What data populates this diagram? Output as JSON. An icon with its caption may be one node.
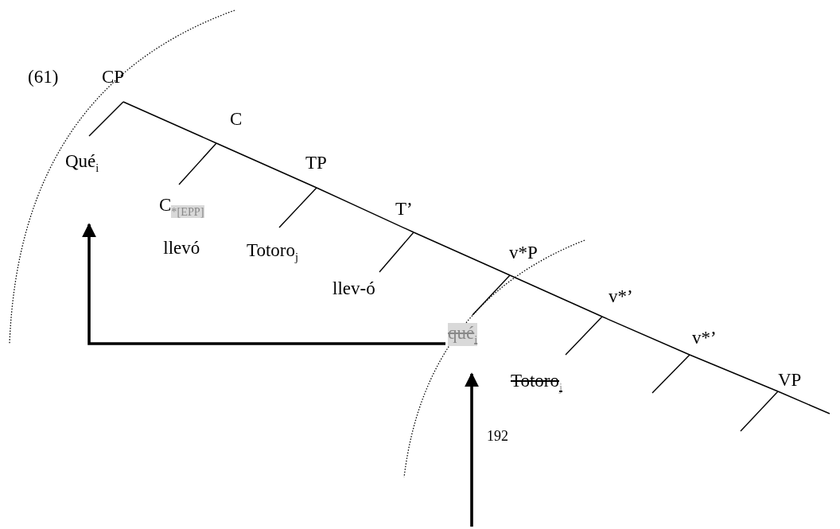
{
  "diagram": {
    "nodes": [
      {
        "text": [
          "CP"
        ]
      },
      {
        "text": [
          "Qué$_{i}$"
        ]
      },
      {
        "text": [
          "C"
        ]
      },
      {
        "text": [
          "C$_{*[EPP]}$",
          "llevó"
        ]
      },
      {
        "text": [
          "TP"
        ]
      },
      {
        "text": [
          "Totoro$_{j}$"
        ]
      },
      {
        "text": [
          "T’"
        ]
      },
      {
        "text": [
          "llev-ó"
        ]
      },
      {
        "text": [
          "v*P"
        ]
      },
      {
        "text": [
          "qué$_{i}$"
        ]
      },
      {
        "text": [
          "v*’"
        ]
      },
      {
        "text": [
          "Totoro$_{j}$"
        ]
      },
      {
        "text": [
          "v*’"
        ]
      },
      {
        "text": [
          "VP"
        ]
      }
    ],
    "edges": [
      {
        "from": 0,
        "to": 1,
        "arrow": "none"
      },
      {
        "from": 0,
        "to": 2,
        "arrow": "none"
      },
      {
        "from": 2,
        "to": 3,
        "arrow": "none"
      },
      {
        "from": 2,
        "to": 4,
        "arrow": "none"
      },
      {
        "from": 4,
        "to": 5,
        "arrow": "none"
      },
      {
        "from": 4,
        "to": 6,
        "arrow": "none"
      },
      {
        "from": 6,
        "to": 7,
        "arrow": "none"
      },
      {
        "from": 6,
        "to": 8,
        "arrow": "none"
      },
      {
        "from": 8,
        "to": 9,
        "arrow": "none"
      },
      {
        "from": 8,
        "to": 10,
        "arrow": "none"
      },
      {
        "from": 10,
        "to": 11,
        "arrow": "none"
      },
      {
        "from": 10,
        "to": 12,
        "arrow": "none"
      },
      {
        "from": 12,
        "to": null,
        "arrow": "none"
      },
      {
        "from": 12,
        "to": 13,
        "arrow": "none"
      },
      {
        "from": 13,
        "to": null,
        "arrow": "none"
      },
      {
        "from": 13,
        "to": null,
        "arrow": "none"
      },
      {
        "from": 9,
        "to": 1,
        "arrow": "to",
        "style": "thick"
      },
      {
        "from": null,
        "to": 9,
        "arrow": "to",
        "style": "thick"
      }
    ],
    "labels": [
      "(61)",
      "192"
    ]
  }
}
